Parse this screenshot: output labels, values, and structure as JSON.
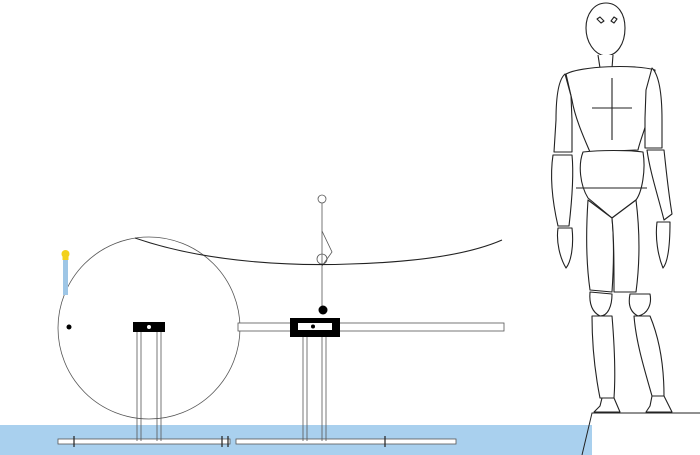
{
  "diagram": {
    "colors": {
      "water": "#a9d0ee",
      "line": "#222222",
      "thin_line": "#555555",
      "platform": "#000000",
      "marker_yellow": "#f2d11c",
      "marker_blue": "#9ec6e6",
      "background": "#ffffff"
    },
    "parts": [
      "water-surface",
      "pool-edge",
      "large-wheel",
      "left-support-stand",
      "right-support-stand",
      "horizontal-rail",
      "overhead-cable",
      "pivot-pole",
      "yellow-float-marker",
      "mannequin-figure"
    ]
  }
}
